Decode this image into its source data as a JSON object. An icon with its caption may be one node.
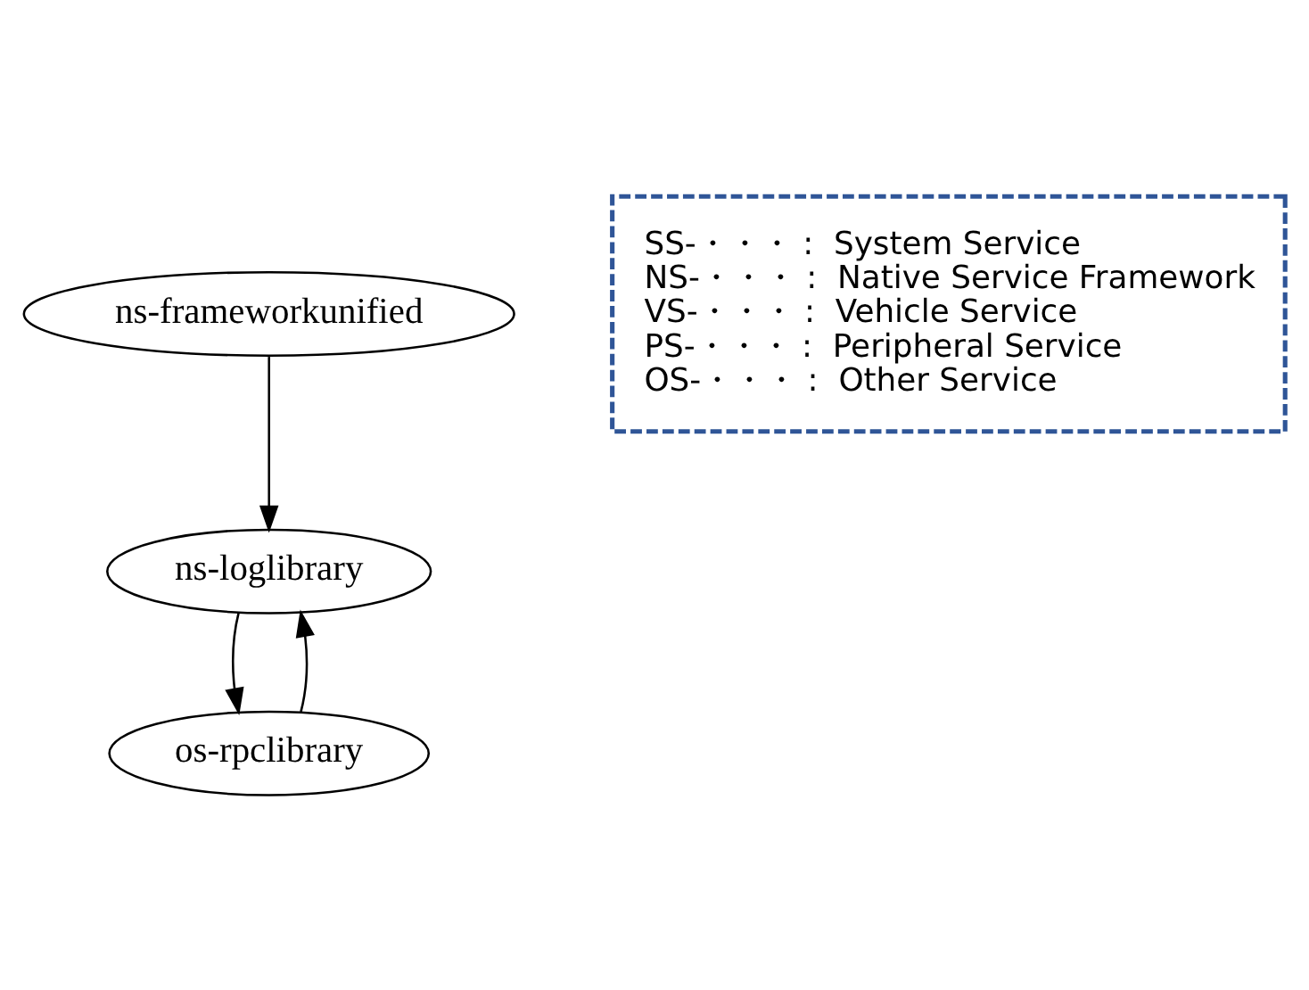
{
  "diagram": {
    "nodes": [
      {
        "text": [
          "ns-frameworkunified"
        ]
      },
      {
        "text": [
          "ns-loglibrary"
        ]
      },
      {
        "text": [
          "os-rpclibrary"
        ]
      },
      {
        "text": [
          "SS-・・・ :  System Service",
          "NS-・・・ :  Native Service Framework",
          "VS-・・・ :  Vehicle Service",
          "PS-・・・ :  Peripheral Service",
          "OS-・・・ :  Other Service"
        ]
      }
    ],
    "edges": [
      {
        "from": 0,
        "to": 1,
        "arrow": "to"
      },
      {
        "from": 1,
        "to": 2,
        "arrow": "to"
      },
      {
        "from": 2,
        "to": 1,
        "arrow": "to"
      }
    ]
  }
}
